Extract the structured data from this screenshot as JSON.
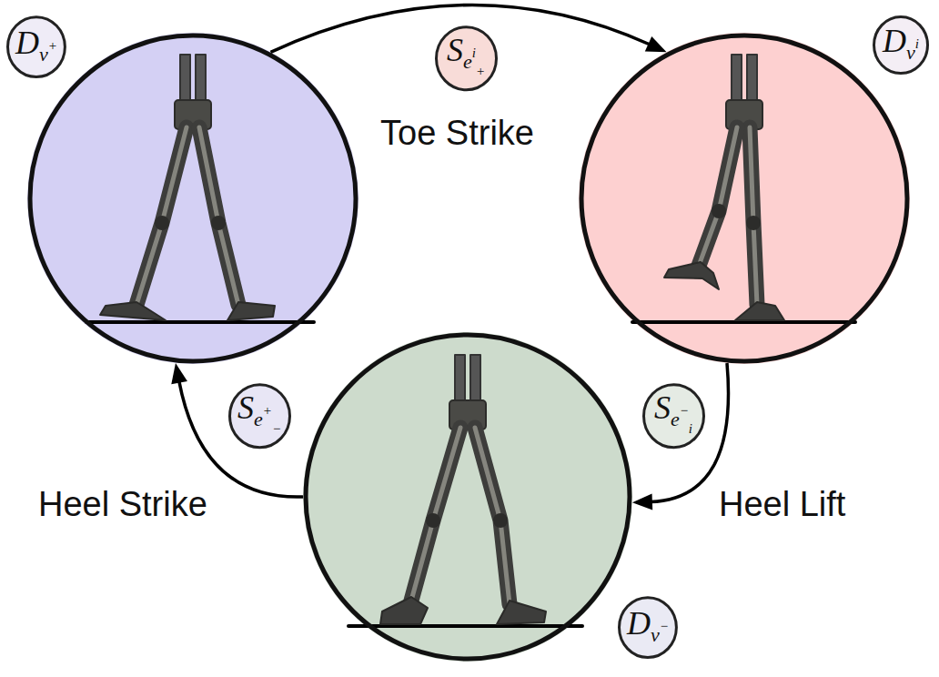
{
  "diagram": {
    "nodes": [
      {
        "text": [
          "Dv+"
        ]
      },
      {
        "text": [
          "Dvi"
        ]
      },
      {
        "text": [
          "Dv−"
        ]
      },
      {
        "text": [
          "Sei+"
        ]
      },
      {
        "text": [
          "Se−i"
        ]
      },
      {
        "text": [
          "Se+−"
        ]
      }
    ],
    "edges": [
      {
        "from": 0,
        "to": 1,
        "arrow": "to",
        "label": "Toe Strike"
      },
      {
        "from": 1,
        "to": 2,
        "arrow": "to",
        "label": "Heel Lift"
      },
      {
        "from": 2,
        "to": 0,
        "arrow": "to",
        "label": "Heel Strike"
      }
    ]
  }
}
